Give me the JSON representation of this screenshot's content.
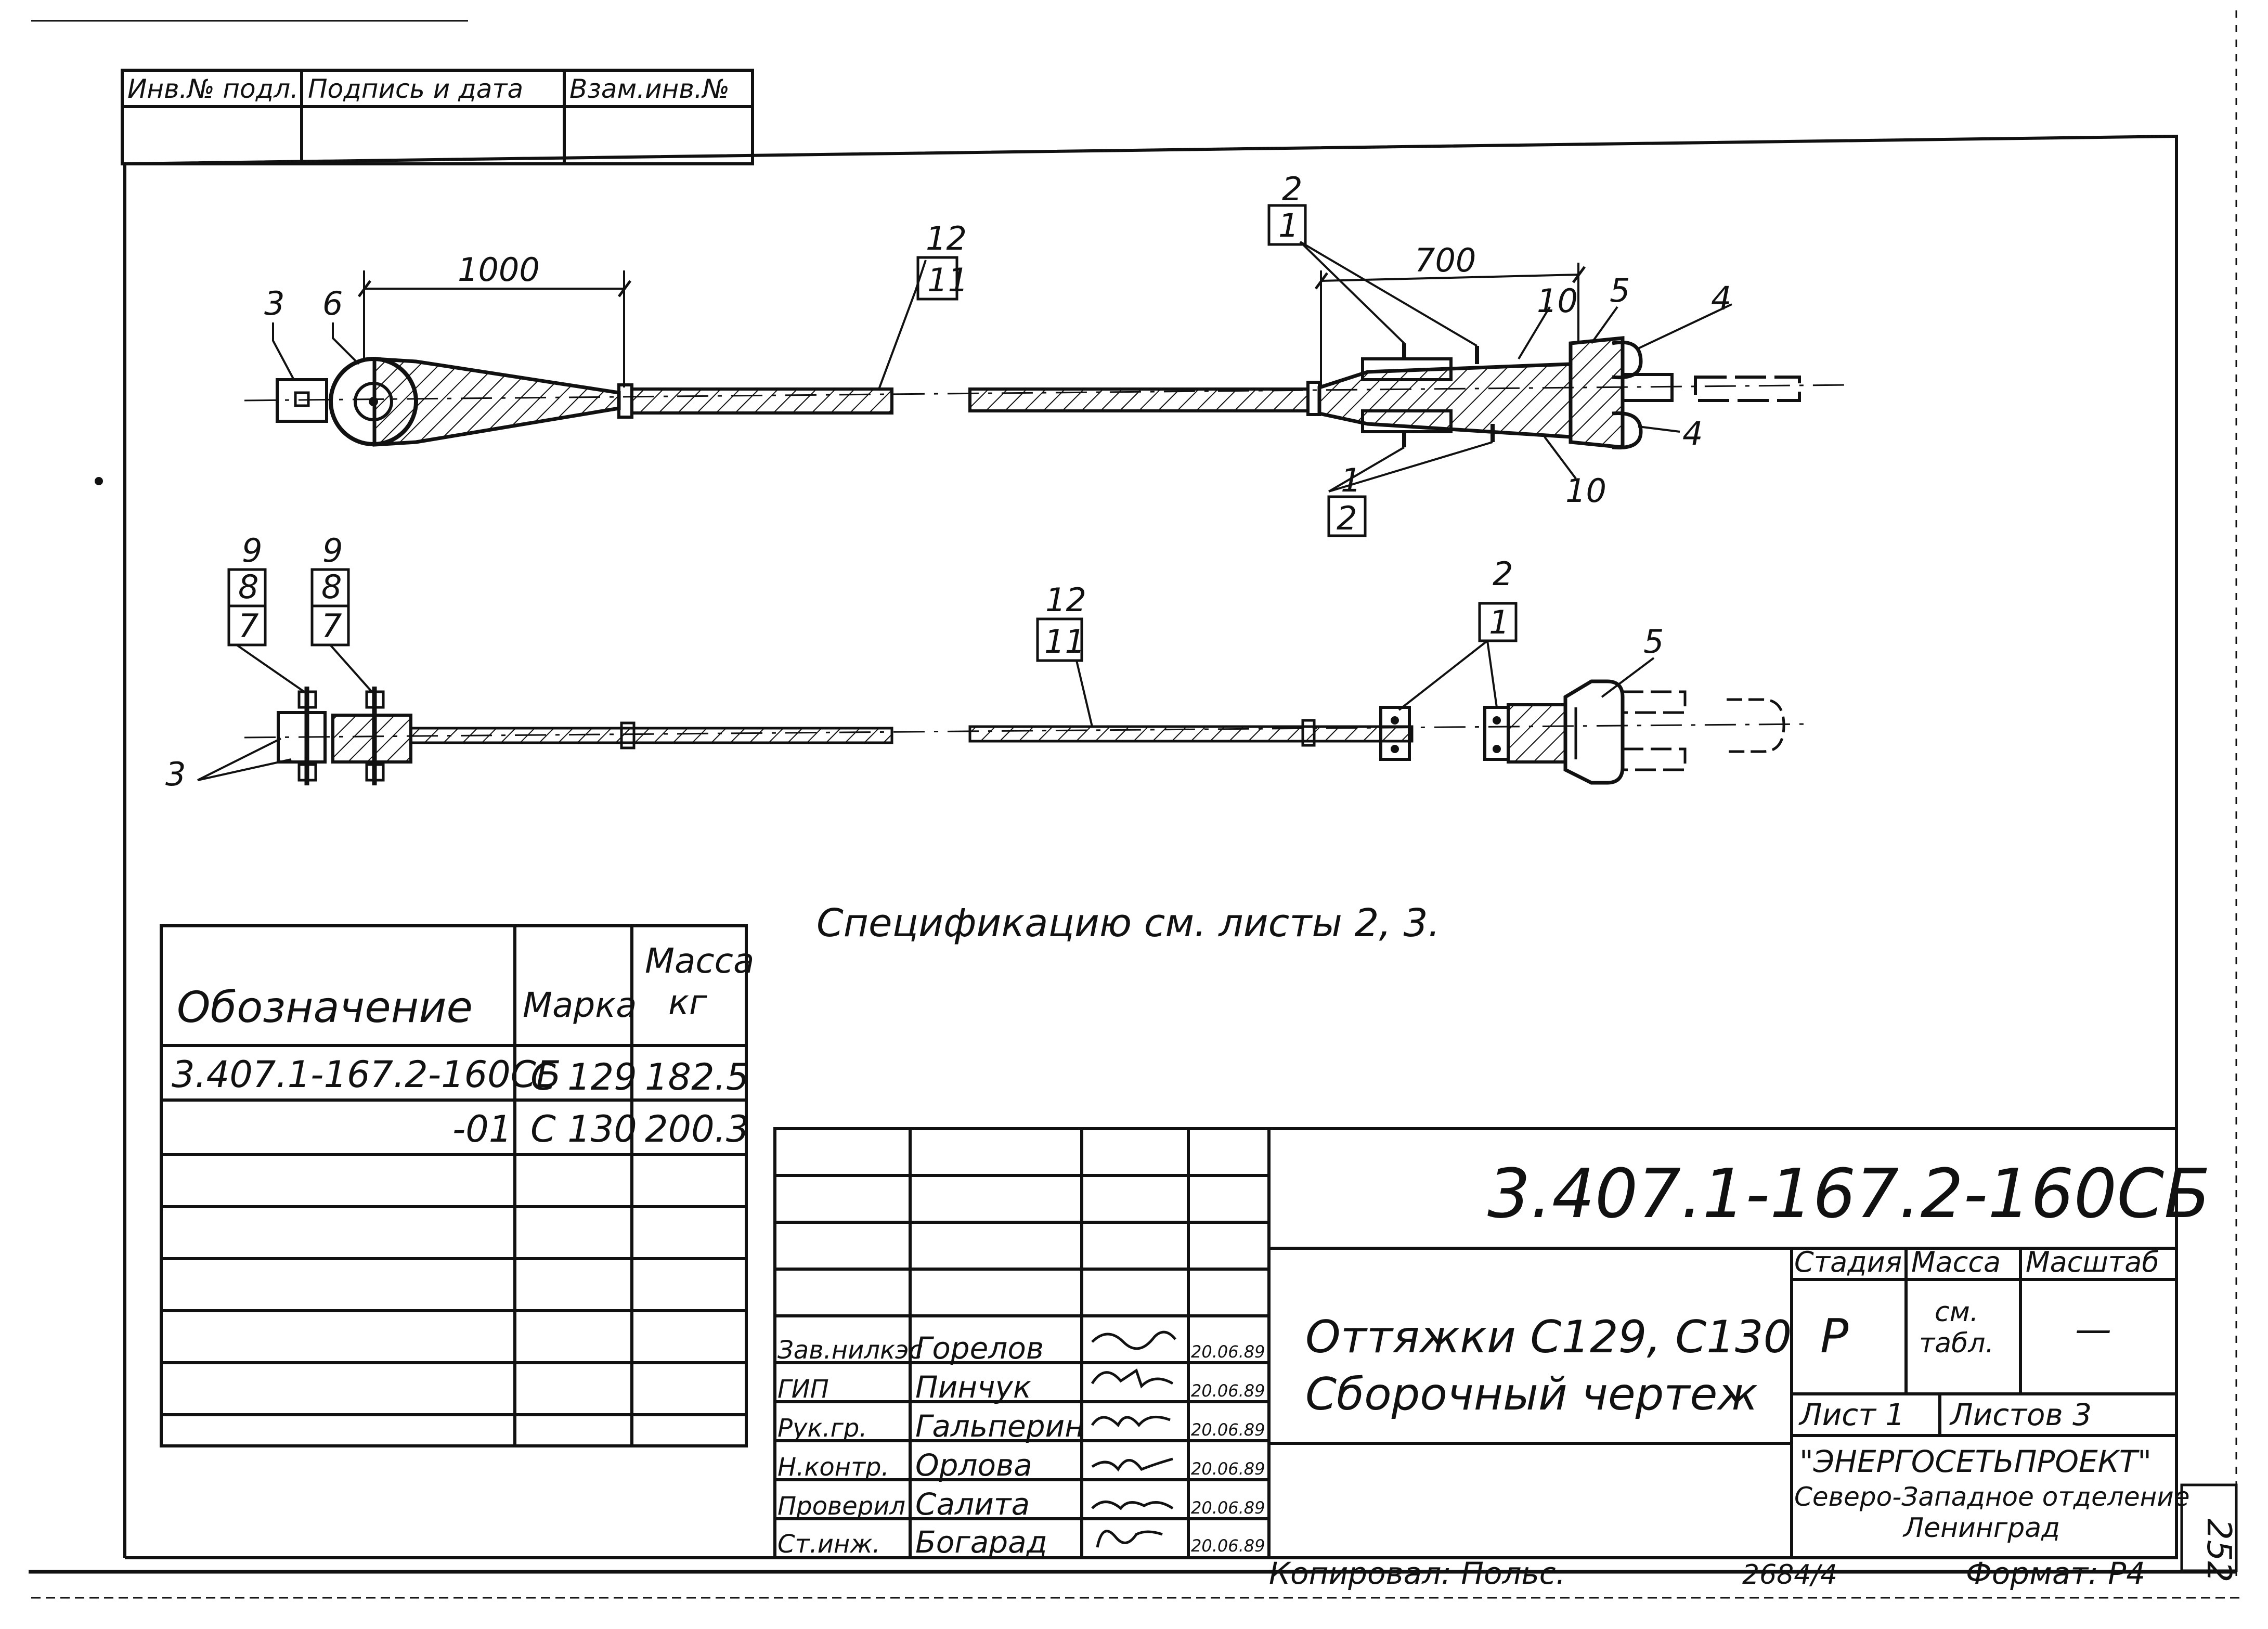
{
  "archive_stamp": {
    "headers": [
      "Инв.№ подл.",
      "Подпись и дата",
      "Взам.инв.№"
    ]
  },
  "drawing": {
    "top_view": {
      "dim_left": "1000",
      "dim_right": "700",
      "callouts": {
        "n3": "3",
        "n6": "6",
        "rod_top": "12",
        "rod_bottom": "11",
        "clamp_top_upper": "2",
        "clamp_top_lower": "1",
        "n10_top": "10",
        "n5": "5",
        "n4_top": "4",
        "n4_bottom": "4",
        "clamp_bot_upper": "1",
        "clamp_bot_lower": "2",
        "n10_bottom": "10"
      }
    },
    "side_view": {
      "callouts": {
        "a9": "9",
        "a8": "8",
        "a7": "7",
        "b9": "9",
        "b8": "8",
        "b7": "7",
        "n3": "3",
        "rod_top": "12",
        "rod_bottom": "11",
        "clamp_upper": "2",
        "clamp_lower": "1",
        "n5": "5"
      }
    },
    "spec_note": "Спецификацию см. листы 2, 3."
  },
  "variants_table": {
    "headers": {
      "designation": "Обозначение",
      "mark": "Марка",
      "mass_line1": "Масса",
      "mass_line2": "кг"
    },
    "rows": [
      {
        "designation": "3.407.1-167.2-160СБ",
        "mark": "С 129",
        "mass": "182.5"
      },
      {
        "designation": "-01",
        "mark": "С 130",
        "mass": "200.3"
      }
    ]
  },
  "title_block": {
    "code": "3.407.1-167.2-160СБ",
    "title_line1": "Оттяжки С129, С130",
    "title_line2": "Сборочный чертеж",
    "stage_label": "Стадия",
    "mass_label": "Масса",
    "scale_label": "Масштаб",
    "stage_value": "Р",
    "mass_value_line1": "см.",
    "mass_value_line2": "табл.",
    "scale_value": "—",
    "sheet": "Лист 1",
    "sheets": "Листов 3",
    "org_line1": "\"ЭНЕРГОСЕТЬПРОЕКТ\"",
    "org_line2": "Северо-Западное отделение",
    "org_line3": "Ленинград",
    "signatures": [
      {
        "role": "Зав.нилкэс",
        "name": "Горелов",
        "date": "20.06.89"
      },
      {
        "role": "ГИП",
        "name": "Пинчук",
        "date": "20.06.89"
      },
      {
        "role": "Рук.гр.",
        "name": "Гальперин",
        "date": "20.06.89"
      },
      {
        "role": "Н.контр.",
        "name": "Орлова",
        "date": "20.06.89"
      },
      {
        "role": "Проверил",
        "name": "Салита",
        "date": "20.06.89"
      },
      {
        "role": "Ст.инж.",
        "name": "Богарад",
        "date": "20.06.89"
      }
    ]
  },
  "footer": {
    "copied": "Копировал: Польс.",
    "order": "2684/4",
    "format": "Формат: Р4",
    "page_number": "252"
  },
  "colors": {
    "ink": "#111111",
    "paper": "#ffffff"
  }
}
